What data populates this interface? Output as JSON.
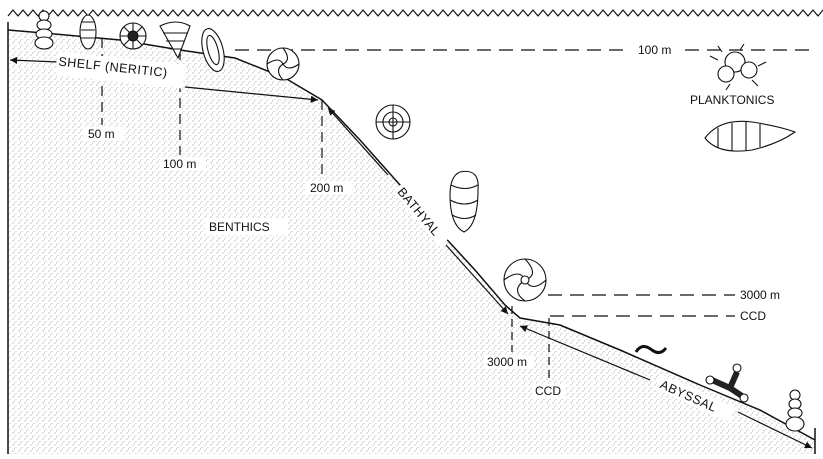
{
  "labels": {
    "zone_shelf": "SHELF (NERITIC)",
    "zone_bathyal": "BATHYAL",
    "zone_abyssal": "ABYSSAL",
    "benthics": "BENTHICS",
    "planktonics": "PLANKTONICS",
    "depth_50": "50 m",
    "depth_100_shelf": "100 m",
    "depth_100_line": "100 m",
    "depth_200": "200 m",
    "depth_3000_slope": "3000 m",
    "depth_3000_line": "3000 m",
    "ccd_line": "CCD",
    "ccd_floor": "CCD"
  },
  "colors": {
    "ink": "#111111",
    "paper": "#ffffff",
    "sediment_dot": "#8a8a8a"
  }
}
